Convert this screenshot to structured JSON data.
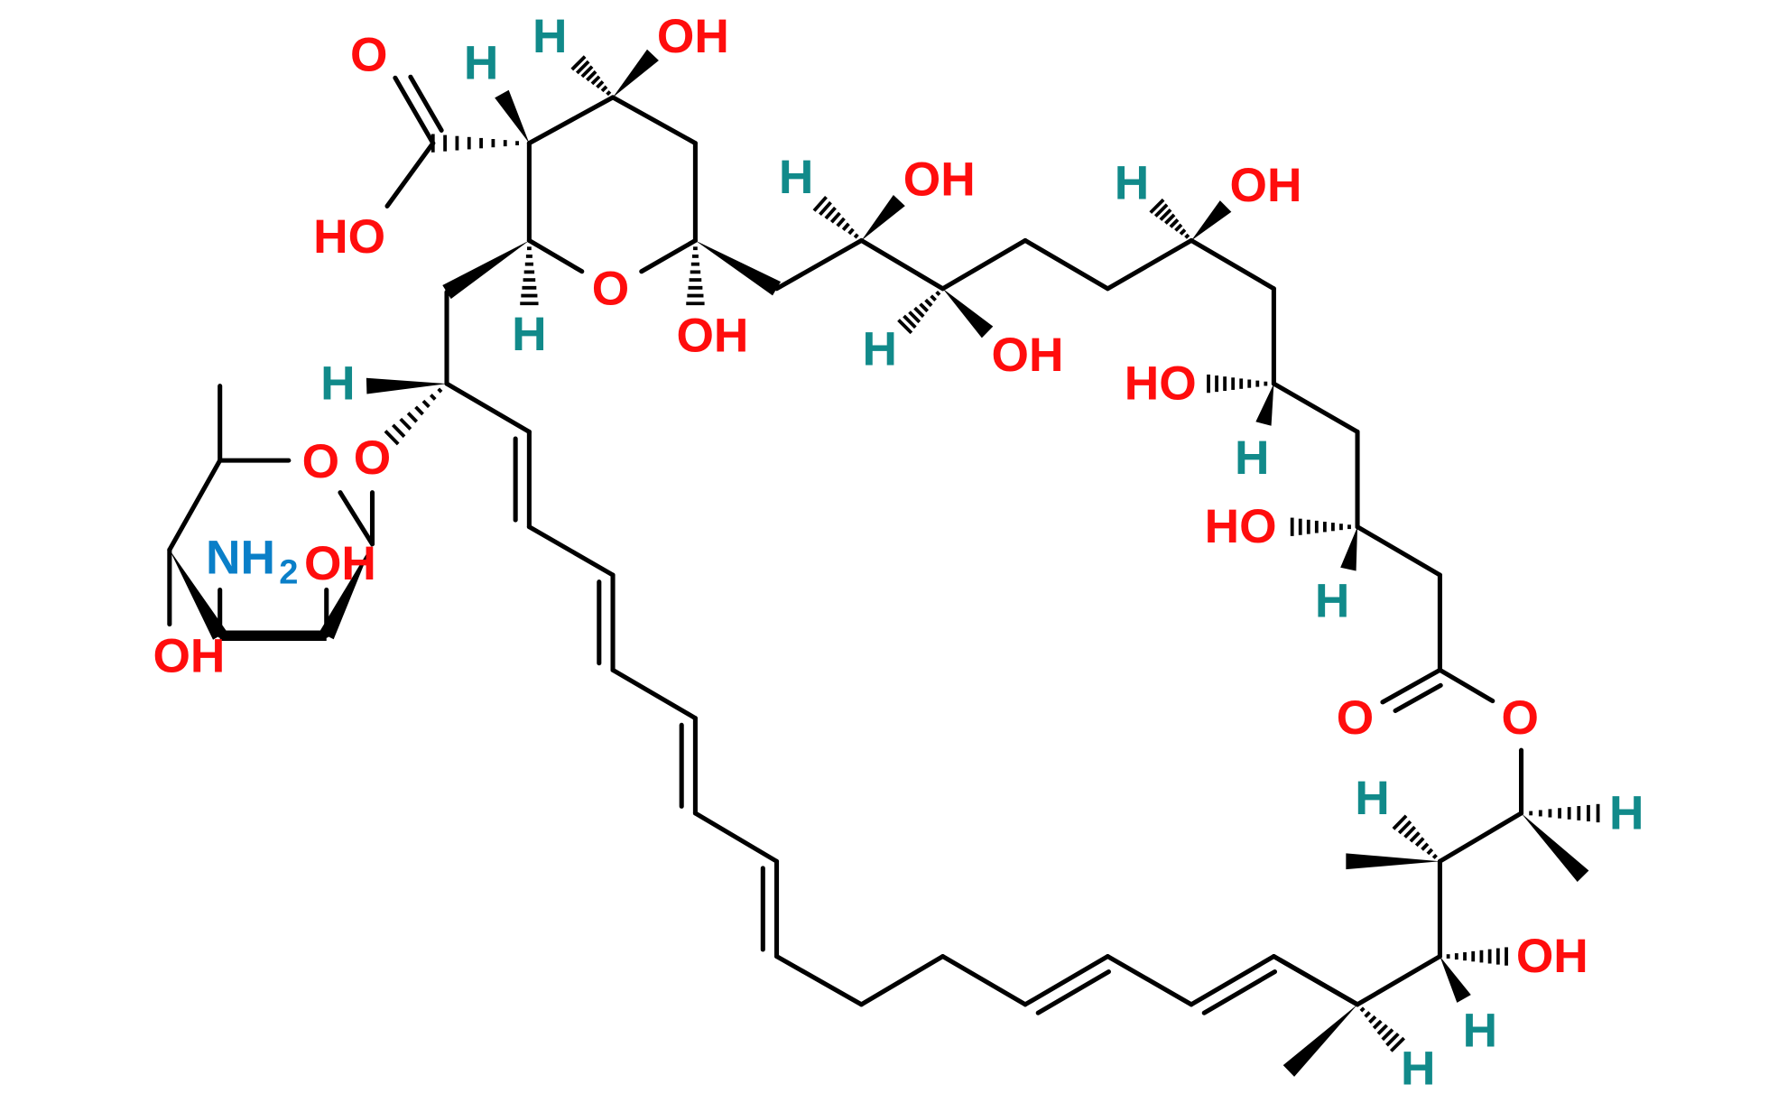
{
  "title": "Macrolide polyene structure with aminosugar",
  "atoms": [
    "O",
    "HO",
    "H",
    "H",
    "OH",
    "O",
    "H",
    "OH",
    "H",
    "OH",
    "H",
    "OH",
    "H",
    "OH",
    "HO",
    "H",
    "HO",
    "H",
    "O",
    "O",
    "H",
    "H",
    "OH",
    "H",
    "H",
    "H",
    "O",
    "O",
    "NH",
    "OH",
    "OH"
  ],
  "nh2_subscript": "2",
  "colors": {
    "oxygen": "#ff0d0d",
    "hydrogen": "#118a8a",
    "nitrogen": "#0a7fc8",
    "bond": "#000000"
  }
}
